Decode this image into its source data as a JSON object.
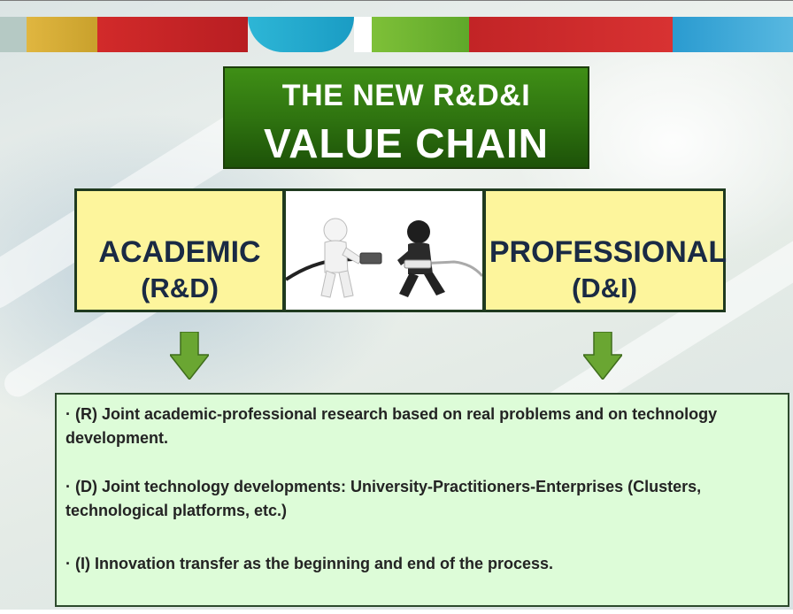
{
  "slide": {
    "title_line1": "THE NEW R&D&I",
    "title_line2": "VALUE CHAIN",
    "academic": {
      "line1": "ACADEMIC",
      "line2": "(R&D)"
    },
    "professional": {
      "line1": "PROFESSIONAL",
      "line2": "(D&I)"
    },
    "illustration": "two-figures-connecting-cables",
    "arrow_icon": "down-arrow",
    "bullets": [
      "· (R) Joint academic-professional research based on real problems and on technology development.",
      "· (D) Joint technology  developments: University-Practitioners-Enterprises (Clusters, technological platforms, etc.)",
      "· (I) Innovation  transfer as the beginning  and end of the process."
    ]
  },
  "colors": {
    "title_green": "#2f7410",
    "box_yellow": "#fdf59c",
    "text_navy": "#1a2a44",
    "panel_green": "#ddfcd8",
    "arrow_green": "#6aa632"
  }
}
